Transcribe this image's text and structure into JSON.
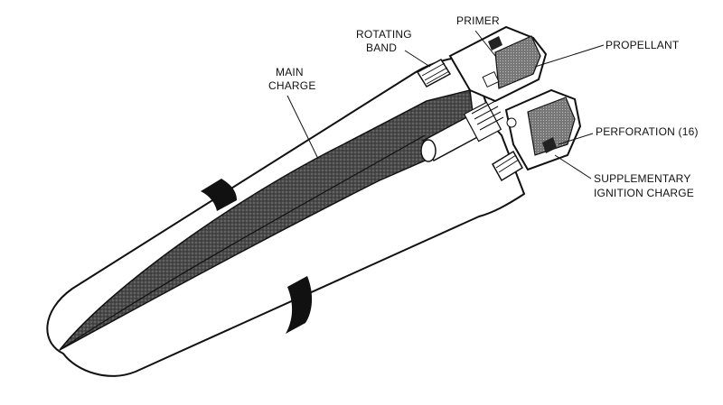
{
  "labels": {
    "main_charge": [
      "MAIN",
      "CHARGE"
    ],
    "rotating_band": [
      "ROTATING",
      "BAND"
    ],
    "primer": "PRIMER",
    "propellant": "PROPELLANT",
    "perforation": "PERFORATION (16)",
    "supplementary_ignition_charge": [
      "SUPPLEMENTARY",
      "IGNITION CHARGE"
    ]
  },
  "colors": {
    "ink": "#111111",
    "charge_fill": "#3a3a3a",
    "band": "#111111",
    "paper": "#ffffff"
  }
}
